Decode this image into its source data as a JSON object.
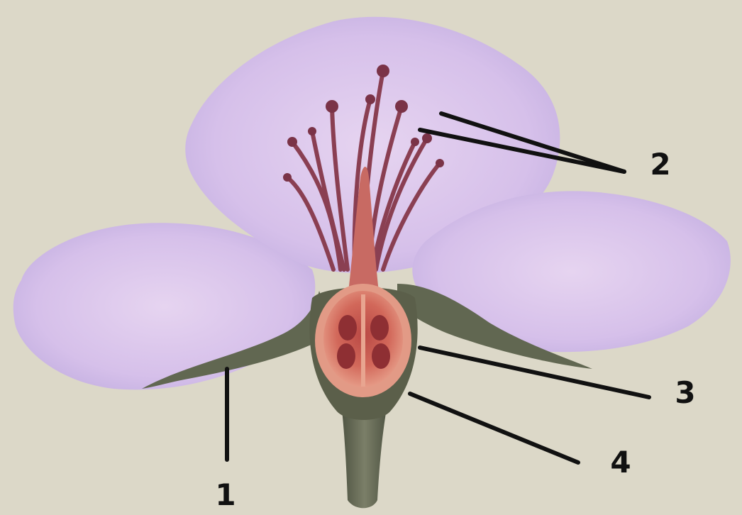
{
  "colors": {
    "background": "#dcd8c8",
    "petal": "#d9c4ec",
    "petal_shade": "#b9a2dd",
    "stamen": "#8a3f52",
    "ovary": "#c8574a",
    "receptacle": "#5b5f4a",
    "leader_line": "#111111"
  },
  "labels": {
    "l1": "1",
    "l2": "2",
    "l3": "3",
    "l4": "4"
  }
}
